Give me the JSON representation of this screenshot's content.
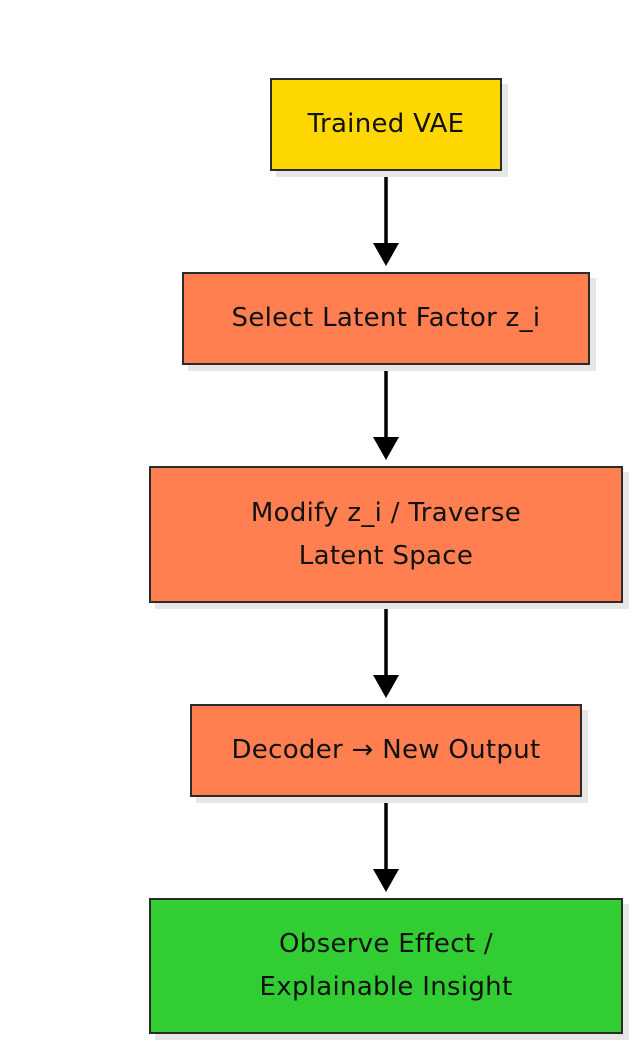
{
  "diagram": {
    "type": "flowchart",
    "direction": "top-to-bottom",
    "nodes": [
      {
        "id": "n1",
        "label": "Trained VAE",
        "color": "#FFD700"
      },
      {
        "id": "n2",
        "label": "Select Latent Factor z_i",
        "color": "#FF7F50"
      },
      {
        "id": "n3",
        "label": "Modify z_i / Traverse\nLatent Space",
        "color": "#FF7F50"
      },
      {
        "id": "n4",
        "label": "Decoder → New Output",
        "color": "#FF7F50"
      },
      {
        "id": "n5",
        "label": "Observe Effect /\nExplainable Insight",
        "color": "#32CD32"
      }
    ],
    "edges": [
      {
        "from": "n1",
        "to": "n2"
      },
      {
        "from": "n2",
        "to": "n3"
      },
      {
        "from": "n3",
        "to": "n4"
      },
      {
        "from": "n4",
        "to": "n5"
      }
    ],
    "colors": {
      "border": "#2b2b2b",
      "arrow": "#000000"
    }
  }
}
